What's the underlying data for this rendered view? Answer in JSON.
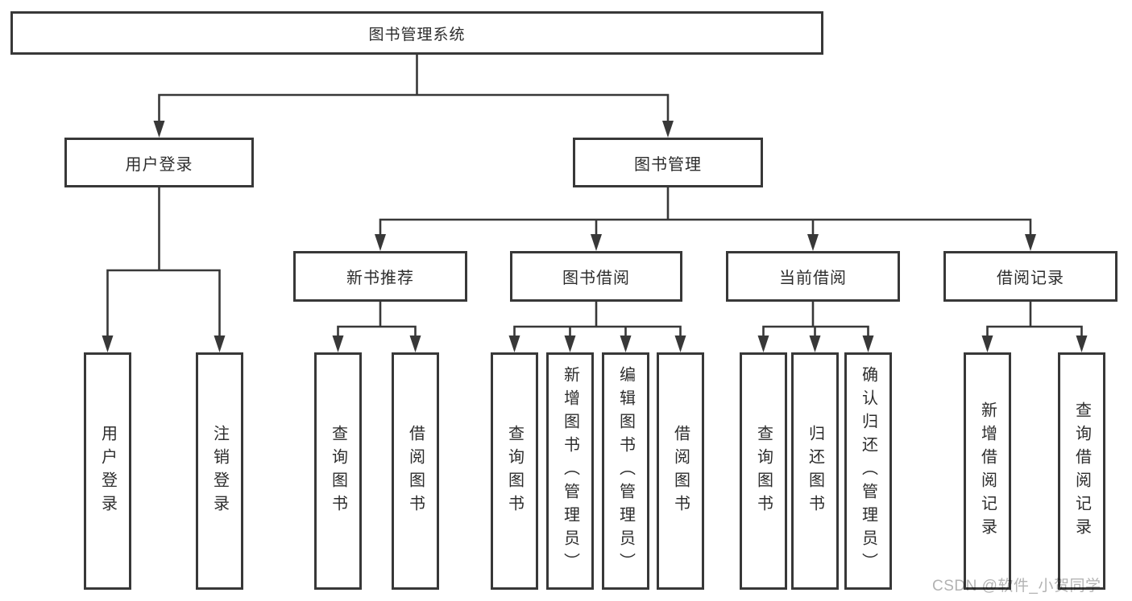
{
  "diagram": {
    "title_node": {
      "label": "图书管理系统"
    },
    "level2": [
      {
        "label": "用户登录"
      },
      {
        "label": "图书管理"
      }
    ],
    "level3": [
      {
        "label": "新书推荐",
        "parent": "图书管理"
      },
      {
        "label": "图书借阅",
        "parent": "图书管理"
      },
      {
        "label": "当前借阅",
        "parent": "图书管理"
      },
      {
        "label": "借阅记录",
        "parent": "图书管理"
      }
    ],
    "leaves": [
      {
        "label": "用户登录",
        "parent": "用户登录"
      },
      {
        "label": "注销登录",
        "parent": "用户登录"
      },
      {
        "label": "查询图书",
        "parent": "新书推荐"
      },
      {
        "label": "借阅图书",
        "parent": "新书推荐"
      },
      {
        "label": "查询图书",
        "parent": "图书借阅"
      },
      {
        "label": "新增图书（管理员）",
        "parent": "图书借阅"
      },
      {
        "label": "编辑图书（管理员）",
        "parent": "图书借阅"
      },
      {
        "label": "借阅图书",
        "parent": "图书借阅"
      },
      {
        "label": "查询图书",
        "parent": "当前借阅"
      },
      {
        "label": "归还图书",
        "parent": "当前借阅"
      },
      {
        "label": "确认归还（管理员）",
        "parent": "当前借阅"
      },
      {
        "label": "新增借阅记录",
        "parent": "借阅记录"
      },
      {
        "label": "查询借阅记录",
        "parent": "借阅记录"
      }
    ]
  },
  "watermark": {
    "text": "CSDN @软件_小贺同学"
  },
  "colors": {
    "line": "#383838",
    "text": "#2d2d2d",
    "watermark": "#b3b3b3",
    "background": "#ffffff"
  }
}
